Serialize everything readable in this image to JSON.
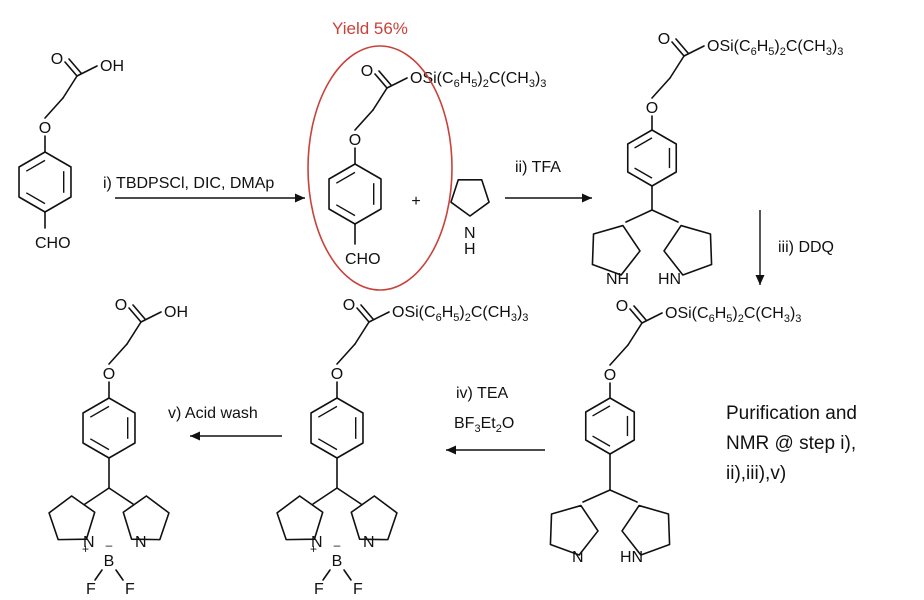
{
  "yield_label": "Yield 56%",
  "note_lines": [
    "Purification and",
    "NMR @ step i),",
    "ii),iii),v)"
  ],
  "steps": {
    "i": "i) TBDPSCl, DIC, DMAp",
    "ii": "ii) TFA",
    "iii": "iii) DDQ",
    "iv_1": "iv) TEA",
    "iv_2": "BF3Et2O",
    "v": "v) Acid wash"
  },
  "labels": {
    "oh": "OH",
    "o": "O",
    "cho": "CHO",
    "osi": "OSi(C6H5)2C(CH3)3",
    "nh": "NH",
    "h": "H",
    "n": "N",
    "hn": "HN",
    "b": "B",
    "f": "F",
    "plus": "+",
    "minus": "–"
  },
  "colors": {
    "accent": "#c8423a",
    "ink": "#111111"
  }
}
